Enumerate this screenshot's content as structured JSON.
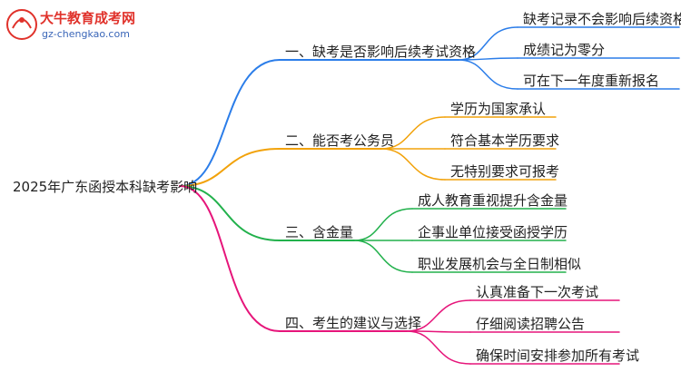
{
  "logo": {
    "title": "大牛教育成考网",
    "url": "gz-chengkao.com",
    "mark_text": "大牛"
  },
  "mindmap": {
    "root": "2025年广东函授本科缺考影响",
    "branches": [
      {
        "label": "一、缺考是否影响后续考试资格",
        "color": "#2b7de9",
        "children": [
          "缺考记录不会影响后续资格",
          "成绩记为零分",
          "可在下一年度重新报名"
        ]
      },
      {
        "label": "二、能否考公务员",
        "color": "#f2a20a",
        "children": [
          "学历为国家承认",
          "符合基本学历要求",
          "无特别要求可报考"
        ]
      },
      {
        "label": "三、含金量",
        "color": "#22b14c",
        "children": [
          "成人教育重视提升含金量",
          "企事业单位接受函授学历",
          "职业发展机会与全日制相似"
        ]
      },
      {
        "label": "四、考生的建议与选择",
        "color": "#e6157a",
        "children": [
          "认真准备下一次考试",
          "仔细阅读招聘公告",
          "确保时间安排参加所有考试"
        ]
      }
    ]
  }
}
